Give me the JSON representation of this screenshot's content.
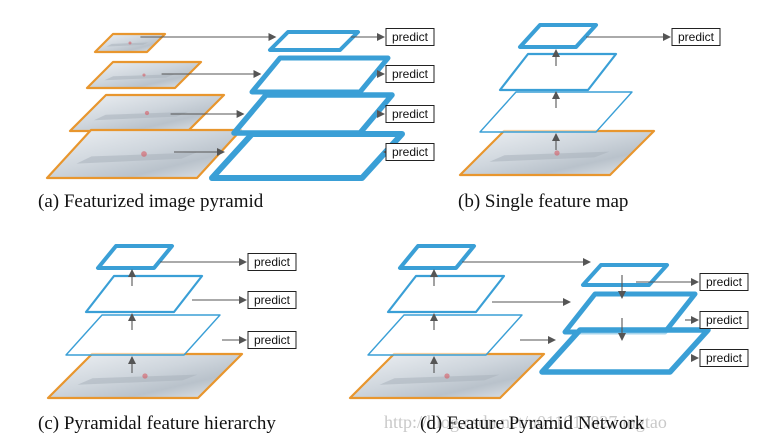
{
  "panels": [
    {
      "id": "a",
      "caption": "(a) Featurized image pyramid"
    },
    {
      "id": "b",
      "caption": "(b) Single feature map"
    },
    {
      "id": "c",
      "caption": "(c) Pyramidal feature hierarchy"
    },
    {
      "id": "d",
      "caption": "(d) Feature Pyramid Network"
    }
  ],
  "predict_label": "predict",
  "watermark": "http://blog.csdn.net/u011017827 ingtao",
  "colors": {
    "image_border": "#e8962e",
    "feature_border": "#3a9fd6",
    "arrow": "#555555",
    "image_fill": "#d8dde2"
  }
}
